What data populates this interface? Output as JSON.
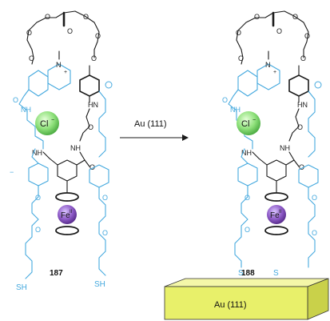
{
  "arrow": {
    "label": "Au (111)"
  },
  "compounds": {
    "left": {
      "number": "187",
      "anion": "Cl",
      "anion_charge": "−",
      "iron": "Fe",
      "iron_ox": "II",
      "thiol": "SH"
    },
    "right": {
      "number": "188",
      "anion": "Cl",
      "anion_charge": "−",
      "iron": "Fe",
      "iron_ox": "II",
      "sulfur": "S"
    }
  },
  "surface": {
    "label": "Au (111)"
  },
  "atoms": {
    "oxygen": "O",
    "nitrogen": "N",
    "amide": "NH",
    "hydrogen": "H",
    "amine": "HN",
    "cation": "+",
    "anion_ring": "−",
    "methyl": "—"
  },
  "colors": {
    "blue_chain": "#45a9de",
    "black_bond": "#1a1a1a",
    "chloride_green": "#8ee07a",
    "iron_purple": "#8f5cc8",
    "gold_slab": "#e8f06a"
  }
}
